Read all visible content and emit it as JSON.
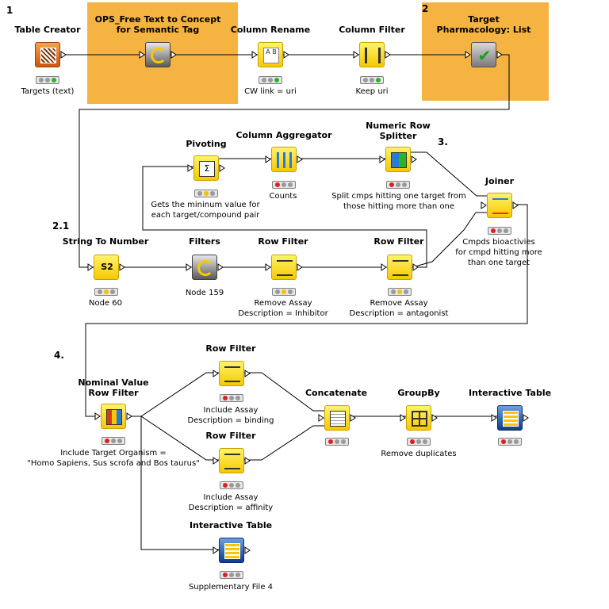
{
  "annotations": {
    "a1": "1",
    "a2": "2",
    "a3": "2.1",
    "a4": "3.",
    "a5": "4."
  },
  "nodes": {
    "table_creator": {
      "title": "Table Creator",
      "label": "Targets (text)",
      "status": "green"
    },
    "ops_free_text": {
      "title": "OPS_Free Text to Concept\nfor Semantic Tag",
      "label": "",
      "status": "none"
    },
    "column_rename": {
      "title": "Column Rename",
      "label": "CW link = uri",
      "status": "green"
    },
    "column_filter": {
      "title": "Column Filter",
      "label": "Keep uri",
      "status": "green"
    },
    "target_pharmacology": {
      "title": "Target\nPharmacology: List",
      "label": "",
      "status": "none"
    },
    "pivoting": {
      "title": "Pivoting",
      "label": "Gets the mininum value for\neach target/compound pair",
      "status": "yellow"
    },
    "column_aggregator": {
      "title": "Column Aggregator",
      "label": "Counts",
      "status": "red"
    },
    "numeric_row_splitter": {
      "title": "Numeric Row\nSplitter",
      "label": "Split cmps hitting one target from\nthose hitting more than one",
      "status": "red"
    },
    "joiner": {
      "title": "Joiner",
      "label": "Cmpds bioactivies\nfor cmpd hitting more\nthan one target",
      "status": "red"
    },
    "string_to_number": {
      "title": "String To Number",
      "label": "Node 60",
      "status": "yellow"
    },
    "filters": {
      "title": "Filters",
      "label": "Node 159",
      "status": "none"
    },
    "row_filter_inhibitor": {
      "title": "Row Filter",
      "label": "Remove Assay\nDescription = Inhibitor",
      "status": "yellow"
    },
    "row_filter_antagonist": {
      "title": "Row Filter",
      "label": "Remove Assay\nDescription = antagonist",
      "status": "yellow"
    },
    "nominal_value_row_filter": {
      "title": "Nominal Value\nRow Filter",
      "label": "Include Target Organism =\n\"Homo Sapiens, Sus scrofa and Bos taurus\"",
      "status": "red"
    },
    "row_filter_binding": {
      "title": "Row Filter",
      "label": "Include Assay\nDescription = binding",
      "status": "red"
    },
    "row_filter_affinity": {
      "title": "Row Filter",
      "label": "Include Assay\nDescription = affinity",
      "status": "red"
    },
    "concatenate": {
      "title": "Concatenate",
      "label": "",
      "status": "red"
    },
    "groupby": {
      "title": "GroupBy",
      "label": "Remove duplicates",
      "status": "red"
    },
    "interactive_table_1": {
      "title": "Interactive Table",
      "label": "",
      "status": "red"
    },
    "interactive_table_2": {
      "title": "Interactive Table",
      "label": "Supplementary File 4",
      "status": "red"
    }
  },
  "colors": {
    "metanode": "#f5b342",
    "yellow_node": "#f7c800",
    "wire": "#000000"
  }
}
